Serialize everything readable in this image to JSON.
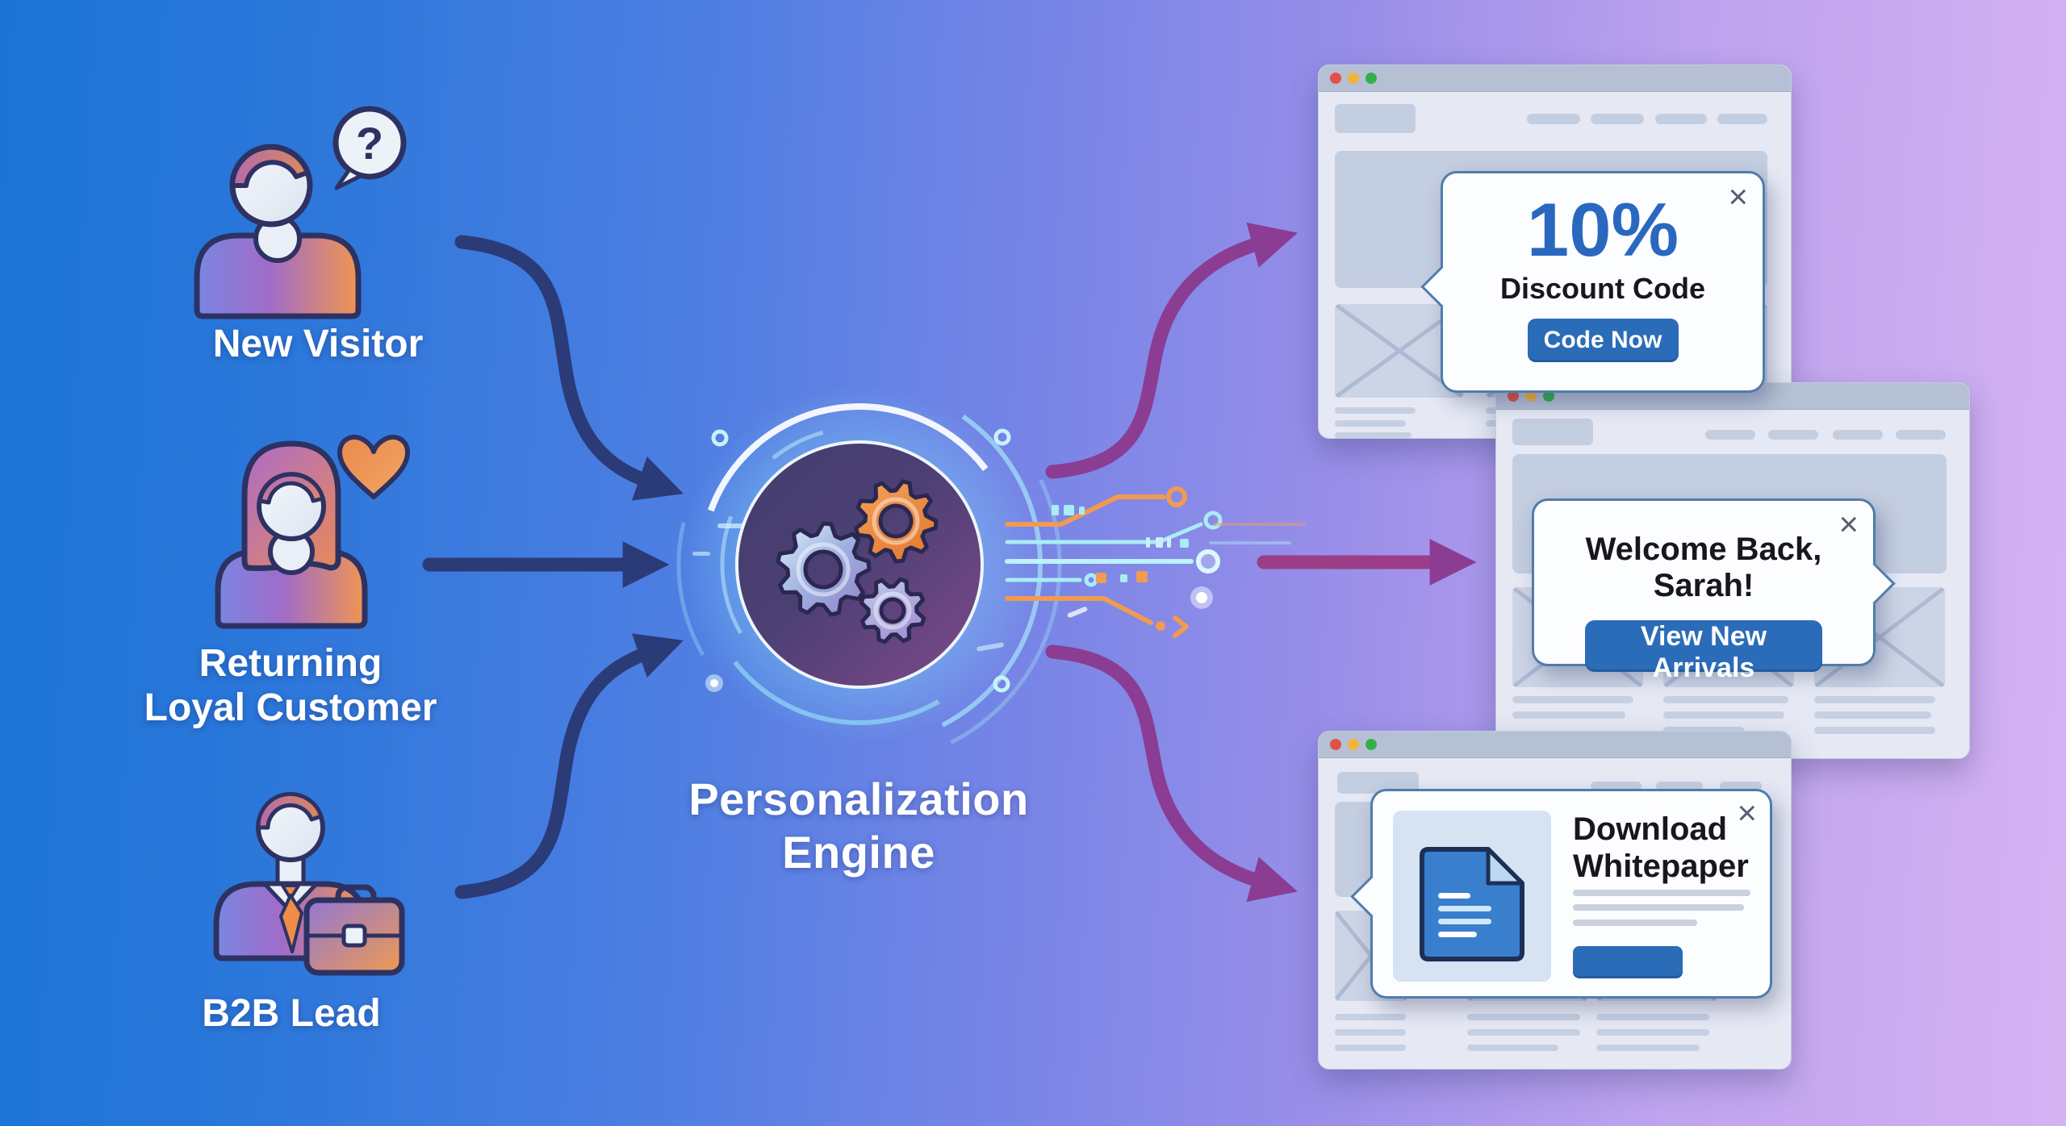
{
  "background": {
    "gradient_left": "#1a74d6",
    "gradient_mid": "#7885e6",
    "gradient_right": "#d5b2f2"
  },
  "personas": [
    {
      "label": "New Visitor",
      "icon": "new-visitor-person",
      "bubble_glyph": "?"
    },
    {
      "line1": "Returning",
      "line2": "Loyal Customer",
      "icon": "returning-customer-with-heart"
    },
    {
      "label": "B2B Lead",
      "icon": "businessperson-with-briefcase"
    }
  ],
  "engine": {
    "line1": "Personalization",
    "line2": "Engine",
    "icon": "gears-in-circle"
  },
  "popups": {
    "discount": {
      "headline": "10%",
      "subheadline": "Discount Code",
      "button": "Code Now",
      "close": "×"
    },
    "welcome": {
      "headline": "Welcome Back, Sarah!",
      "button": "View New Arrivals",
      "close": "×"
    },
    "whitepaper": {
      "line1": "Download",
      "line2": "Whitepaper",
      "close": "×",
      "icon": "document-icon"
    }
  },
  "colors": {
    "arrow_navy": "#2b3b78",
    "arrow_purple": "#8a3d92",
    "button_blue": "#2a6cb8",
    "headline_blue": "#2a68c0",
    "popup_border": "#4f7dab",
    "window_titlebar": "#b5c0d5",
    "traffic_red": "#e25048",
    "traffic_yellow": "#f0b43e",
    "traffic_green": "#34b04a",
    "accent_orange": "#f09a52",
    "accent_cyan": "#a8ecf6",
    "icon_outline": "#2d3263"
  }
}
